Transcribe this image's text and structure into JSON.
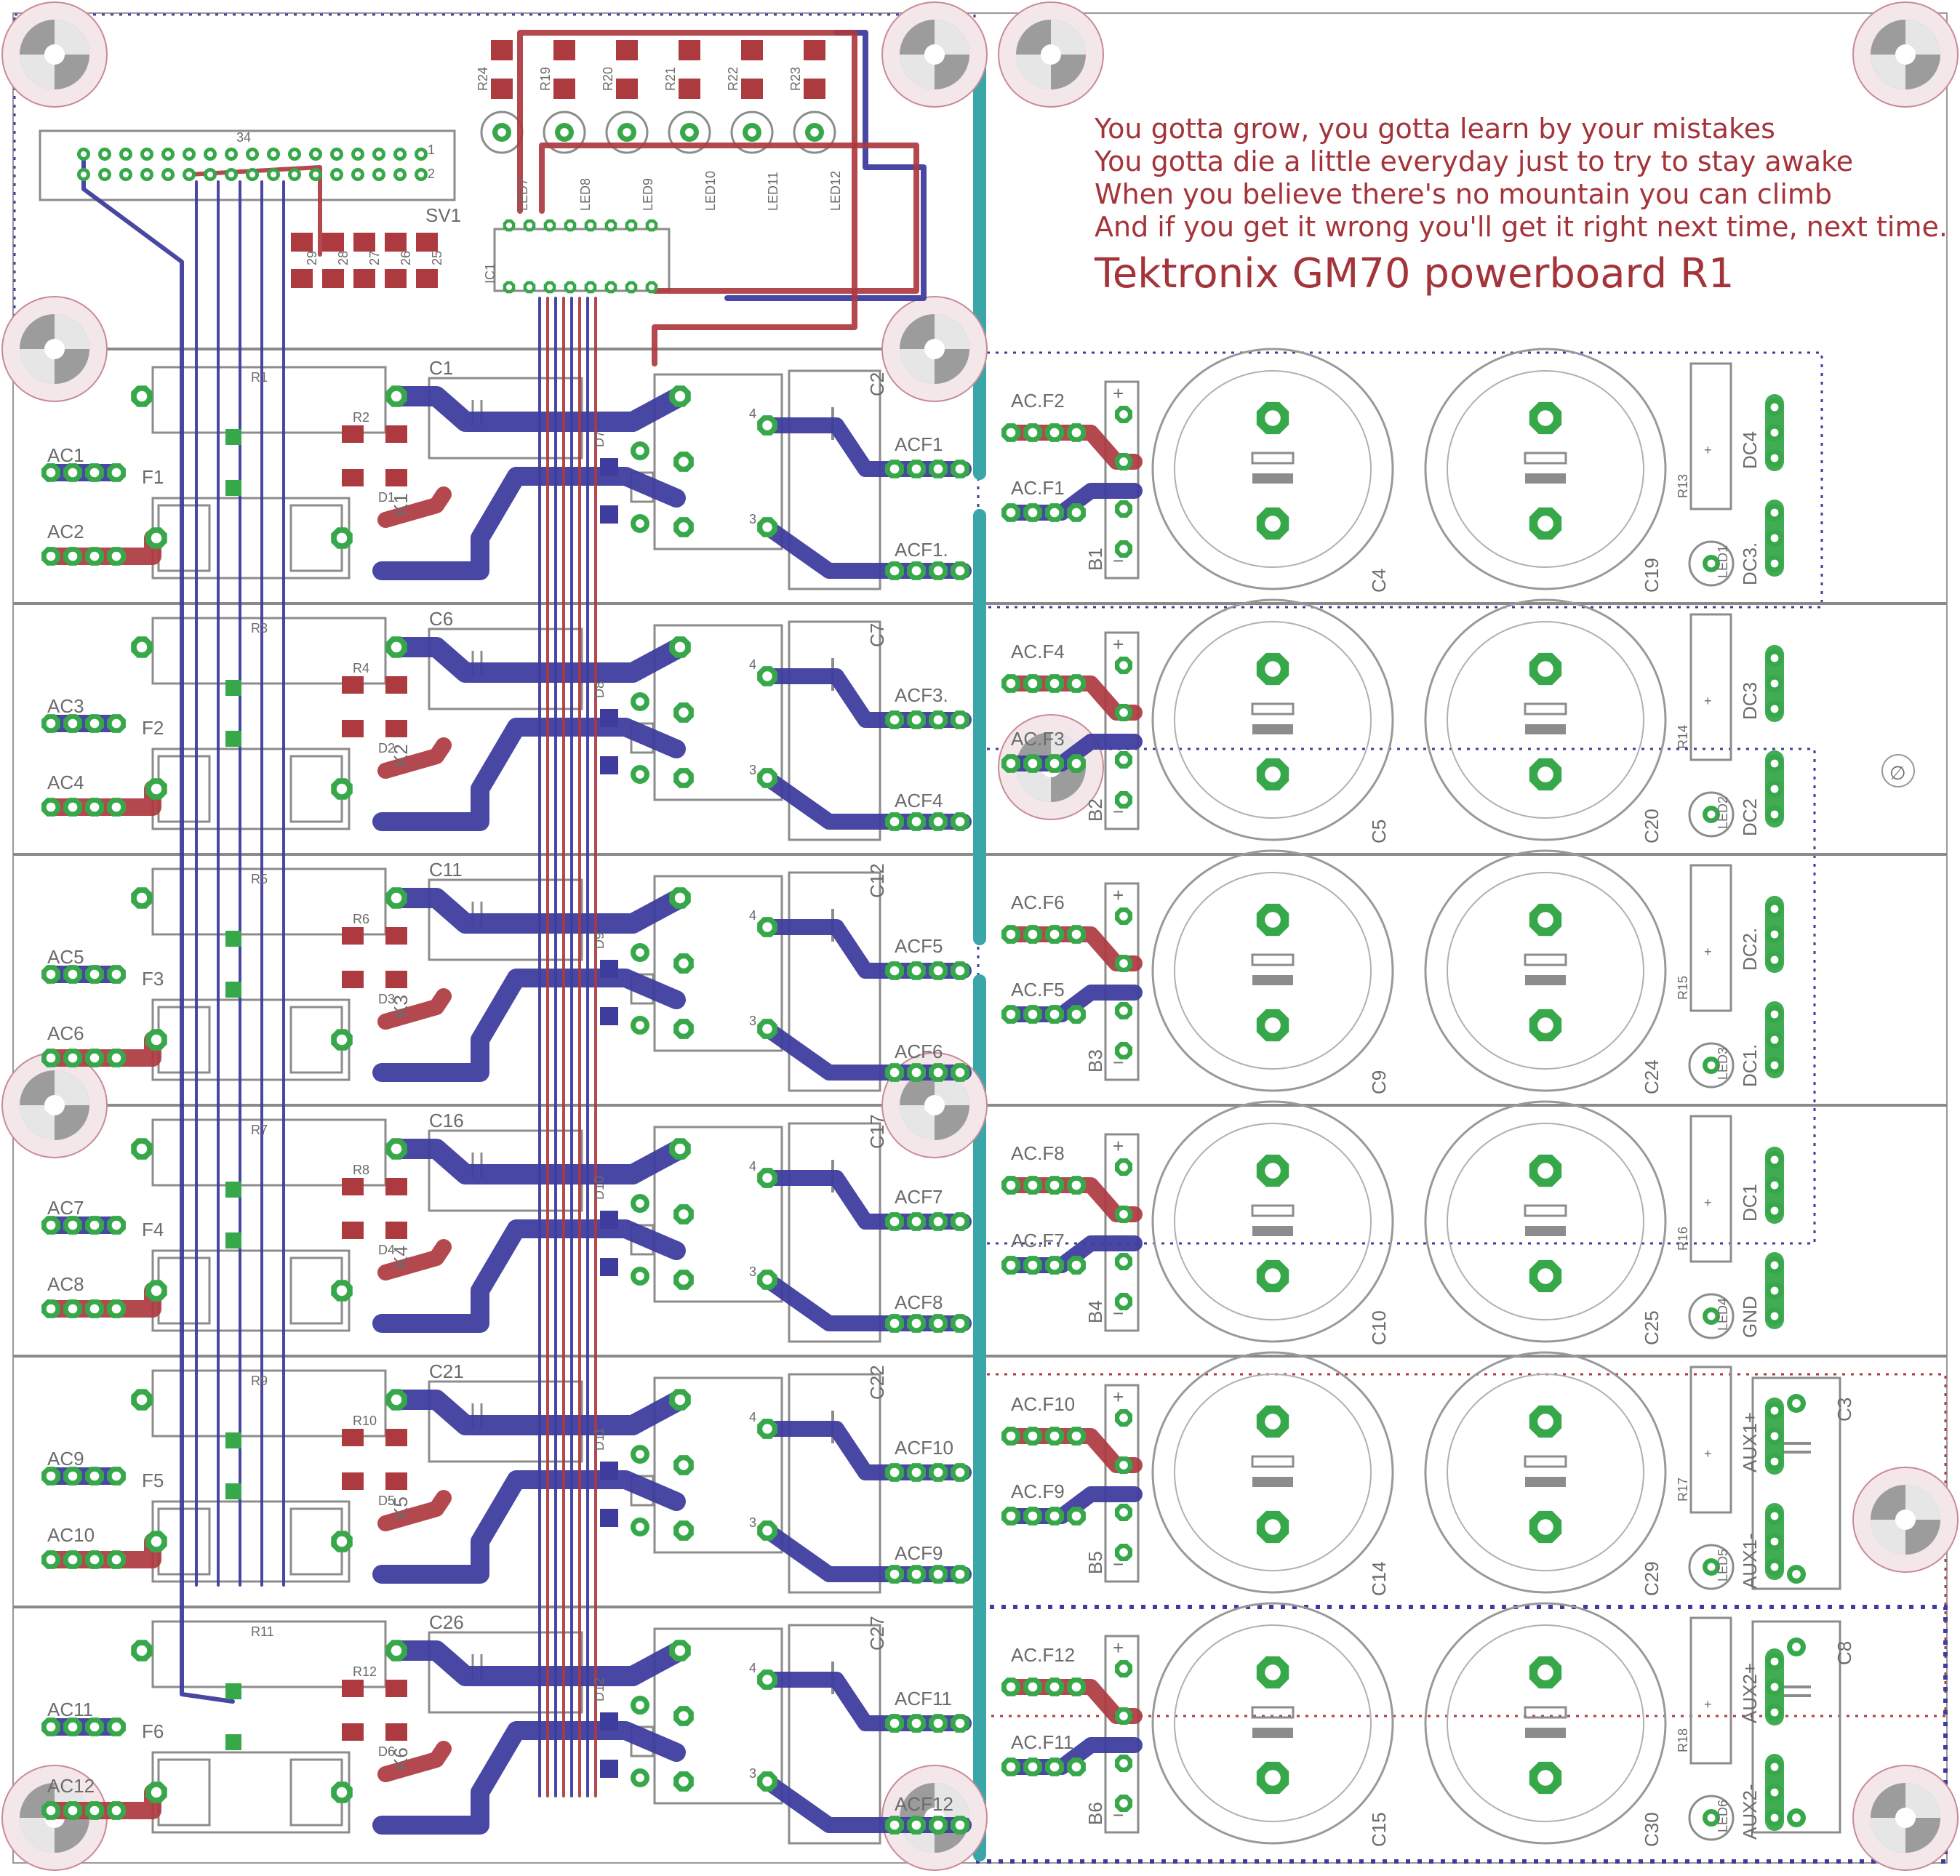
{
  "quote": [
    "You gotta grow, you gotta learn by your mistakes",
    "You gotta die a little everyday just to try to stay awake",
    "When you believe there's no mountain you can climb",
    "And if you get it wrong you'll get it right next time, next time."
  ],
  "title": "Tektronix GM70 powerboard R1",
  "colors": {
    "top_copper": "#ad3a3f",
    "bottom_copper": "#3e3d9e",
    "pad": "#37a84a",
    "silkscreen": "#6b6b6b",
    "cyan_trace": "#3aa6a8",
    "text": "#a4343a"
  },
  "header": {
    "connector": "SV1",
    "connector_pins": [
      "34",
      "2",
      "1"
    ],
    "ic": "IC1",
    "resistors": [
      "R24",
      "R19",
      "R20",
      "R21",
      "R22",
      "R23"
    ],
    "leds": [
      "LED7",
      "LED8",
      "LED9",
      "LED10",
      "LED11",
      "LED12"
    ],
    "rn_labels": [
      "29",
      "28",
      "27",
      "26",
      "25"
    ]
  },
  "channels": [
    {
      "ac_top": "AC1",
      "ac_bot": "AC2",
      "fuse": "F1",
      "cap": "C1",
      "res": "R2",
      "rf": "R1",
      "diode": "D1",
      "relay": "K1",
      "acf_top": "ACF1",
      "acf_bot": "ACF1.",
      "cright": "C2",
      "dlabel": "D7"
    },
    {
      "ac_top": "AC3",
      "ac_bot": "AC4",
      "fuse": "F2",
      "cap": "C6",
      "res": "R4",
      "rf": "R3",
      "diode": "D2",
      "relay": "K2",
      "acf_top": "ACF3.",
      "acf_bot": "ACF4",
      "cright": "C7",
      "dlabel": "D8"
    },
    {
      "ac_top": "AC5",
      "ac_bot": "AC6",
      "fuse": "F3",
      "cap": "C11",
      "res": "R6",
      "rf": "R5",
      "diode": "D3",
      "relay": "K3",
      "acf_top": "ACF5",
      "acf_bot": "ACF6",
      "cright": "C12",
      "dlabel": "D9"
    },
    {
      "ac_top": "AC7",
      "ac_bot": "AC8",
      "fuse": "F4",
      "cap": "C16",
      "res": "R8",
      "rf": "R7",
      "diode": "D4",
      "relay": "K4",
      "acf_top": "ACF7",
      "acf_bot": "ACF8",
      "cright": "C17",
      "dlabel": "D10"
    },
    {
      "ac_top": "AC9",
      "ac_bot": "AC10",
      "fuse": "F5",
      "cap": "C21",
      "res": "R10",
      "rf": "R9",
      "diode": "D5",
      "relay": "K5",
      "acf_top": "ACF10",
      "acf_bot": "ACF9",
      "cright": "C22",
      "dlabel": "D11"
    },
    {
      "ac_top": "AC11",
      "ac_bot": "AC12",
      "fuse": "F6",
      "cap": "C26",
      "res": "R12",
      "rf": "R11",
      "diode": "D6",
      "relay": "K6",
      "acf_top": "ACF11",
      "acf_bot": "ACF12",
      "cright": "C27",
      "dlabel": "D12"
    }
  ],
  "bridges": [
    {
      "name": "B1",
      "in_top": "AC.F2",
      "in_bot": "AC.F1",
      "cap_a": "C4",
      "cap_b": "C19",
      "out_a": "DC4",
      "out_b": "DC3.",
      "res": "R13",
      "led": "LED1"
    },
    {
      "name": "B2",
      "in_top": "AC.F4",
      "in_bot": "AC.F3",
      "cap_a": "C5",
      "cap_b": "C20",
      "out_a": "DC3",
      "out_b": "DC2",
      "res": "R14",
      "led": "LED2"
    },
    {
      "name": "B3",
      "in_top": "AC.F6",
      "in_bot": "AC.F5",
      "cap_a": "C9",
      "cap_b": "C24",
      "out_a": "DC2.",
      "out_b": "DC1.",
      "res": "R15",
      "led": "LED3"
    },
    {
      "name": "B4",
      "in_top": "AC.F8",
      "in_bot": "AC.F7",
      "cap_a": "C10",
      "cap_b": "C25",
      "out_a": "DC1",
      "out_b": "GND",
      "res": "R16",
      "led": "LED4"
    },
    {
      "name": "B5",
      "in_top": "AC.F10",
      "in_bot": "AC.F9",
      "cap_a": "C14",
      "cap_b": "C29",
      "out_a": "AUX1+",
      "out_b": "AUX1-",
      "res": "R17",
      "led": "LED5"
    },
    {
      "name": "B6",
      "in_top": "AC.F12",
      "in_bot": "AC.F11",
      "cap_a": "C15",
      "cap_b": "C30",
      "out_a": "AUX2+",
      "out_b": "AUX2-",
      "res": "R18",
      "led": "LED6"
    }
  ],
  "aux_caps": [
    "C3",
    "C8"
  ],
  "misc": {
    "fiducial": "∅"
  }
}
